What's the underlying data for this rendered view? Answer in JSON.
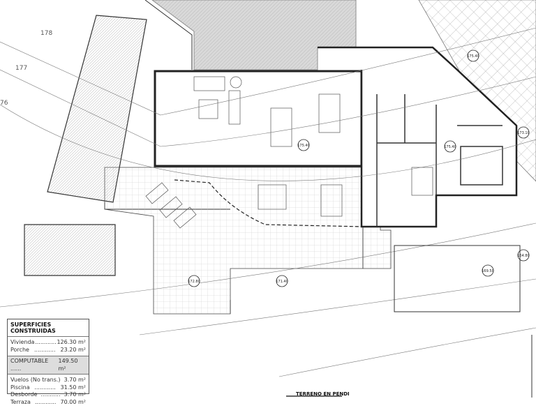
{
  "contours": [
    "178",
    "177",
    "76"
  ],
  "levels": [
    "175.40",
    "173.10",
    "175.40",
    "175.40",
    "172.80",
    "171.40",
    "169.50",
    "164.80"
  ],
  "summary": {
    "title": "SUPERFICIES CONSTRUIDAS",
    "built": [
      {
        "label": "Vivienda",
        "dots": "............",
        "value": "126.30 m²"
      },
      {
        "label": "Porche",
        "dots": "............",
        "value": "23.20 m²"
      }
    ],
    "computable": {
      "label": "COMPUTABLE ......",
      "value": "149.50 m²"
    },
    "other": [
      {
        "label": "Vuelos (No trans.)",
        "dots": "",
        "value": "3.70 m²"
      },
      {
        "label": "Piscina",
        "dots": "............",
        "value": "31.50 m²"
      },
      {
        "label": "Desborde",
        "dots": "...........",
        "value": "3.70 m²"
      },
      {
        "label": "Terraza",
        "dots": "............",
        "value": "70.00 m²"
      }
    ]
  },
  "terrain_note": "TERRENO EN PENDI"
}
